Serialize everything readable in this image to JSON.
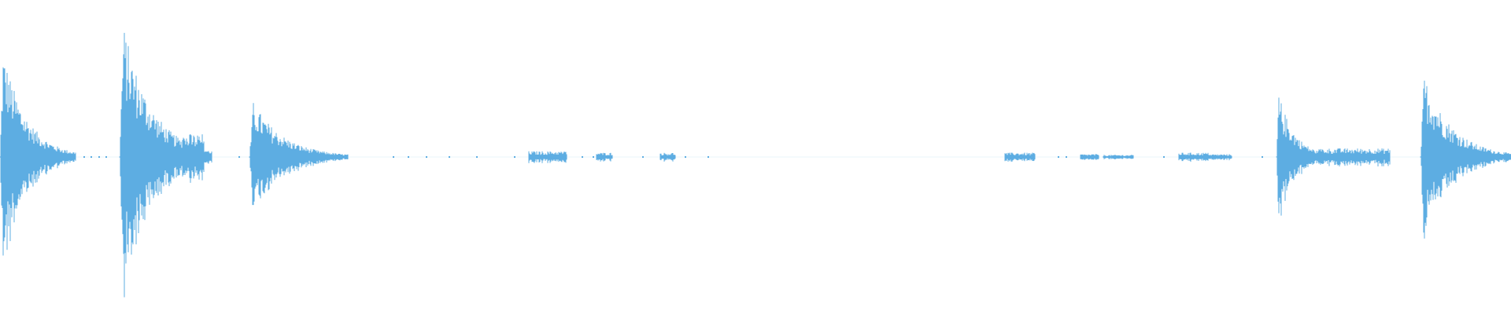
{
  "waveform": {
    "color": "#5dade2",
    "background": "#ffffff",
    "segments": [
      {
        "start": 0.0,
        "end": 0.05,
        "peak": 0.74,
        "shape": "decay"
      },
      {
        "start": 0.079,
        "end": 0.14,
        "peak": 0.92,
        "shape": "decay"
      },
      {
        "start": 0.165,
        "end": 0.23,
        "peak": 0.38,
        "shape": "decay"
      },
      {
        "start": 0.94,
        "end": 1.0,
        "peak": 0.57,
        "shape": "decay"
      },
      {
        "start": 0.845,
        "end": 0.88,
        "peak": 0.44,
        "shape": "decay"
      },
      {
        "start": 0.12,
        "end": 0.135,
        "peak": 0.16,
        "shape": "flat"
      },
      {
        "start": 0.35,
        "end": 0.375,
        "peak": 0.04,
        "shape": "flat"
      },
      {
        "start": 0.395,
        "end": 0.405,
        "peak": 0.03,
        "shape": "flat"
      },
      {
        "start": 0.437,
        "end": 0.447,
        "peak": 0.03,
        "shape": "flat"
      },
      {
        "start": 0.665,
        "end": 0.685,
        "peak": 0.03,
        "shape": "flat"
      },
      {
        "start": 0.715,
        "end": 0.727,
        "peak": 0.02,
        "shape": "flat"
      },
      {
        "start": 0.73,
        "end": 0.75,
        "peak": 0.015,
        "shape": "flat"
      },
      {
        "start": 0.78,
        "end": 0.8,
        "peak": 0.03,
        "shape": "flat"
      },
      {
        "start": 0.8,
        "end": 0.815,
        "peak": 0.02,
        "shape": "flat"
      },
      {
        "start": 0.872,
        "end": 0.92,
        "peak": 0.06,
        "shape": "flat"
      }
    ],
    "dots": [
      0.055,
      0.06,
      0.065,
      0.07,
      0.11,
      0.12,
      0.13,
      0.132,
      0.138,
      0.158,
      0.26,
      0.27,
      0.282,
      0.297,
      0.315,
      0.34,
      0.385,
      0.392,
      0.425,
      0.453,
      0.468,
      0.668,
      0.7,
      0.705,
      0.77,
      0.783,
      0.835,
      0.912,
      0.915,
      0.919
    ]
  }
}
